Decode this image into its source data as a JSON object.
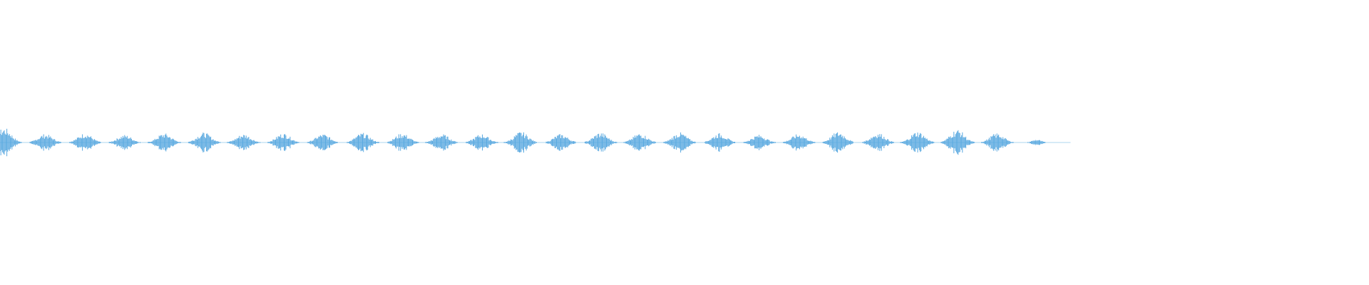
{
  "waveform": {
    "color": "#5aa9e0",
    "duration_fraction": 0.782,
    "burst_count": 27,
    "burst_peaks": [
      0.95,
      0.55,
      0.6,
      0.5,
      0.6,
      0.65,
      0.55,
      0.6,
      0.55,
      0.62,
      0.6,
      0.55,
      0.55,
      0.7,
      0.55,
      0.65,
      0.6,
      0.65,
      0.6,
      0.5,
      0.55,
      0.7,
      0.62,
      0.72,
      0.85,
      0.6,
      0.2
    ]
  }
}
